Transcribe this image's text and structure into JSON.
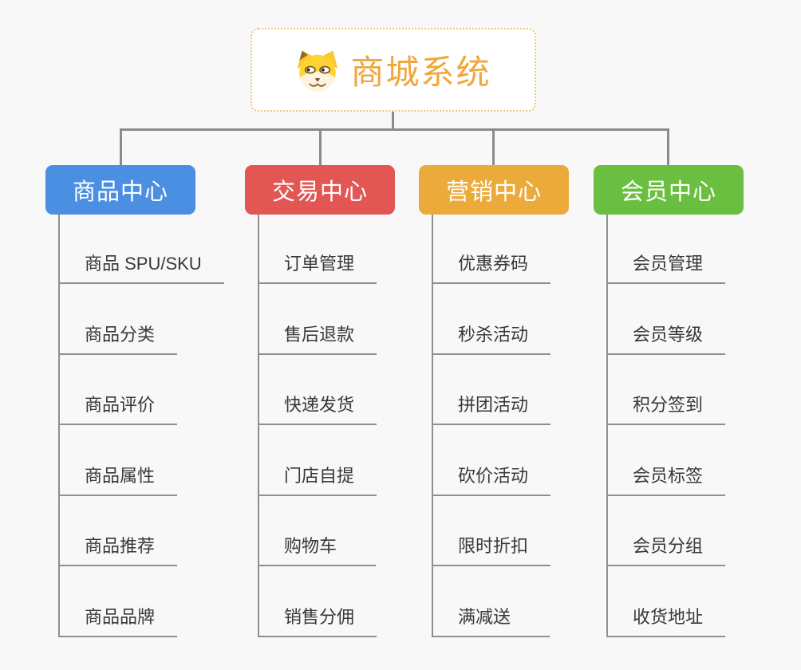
{
  "root": {
    "title": "商城系统",
    "title_color": "#f0a63c",
    "border_color": "#f3c478",
    "icon": "doge-icon"
  },
  "branches": [
    {
      "label": "商品中心",
      "color": "#4b8fe2",
      "items": [
        "商品 SPU/SKU",
        "商品分类",
        "商品评价",
        "商品属性",
        "商品推荐",
        "商品品牌"
      ]
    },
    {
      "label": "交易中心",
      "color": "#e25653",
      "items": [
        "订单管理",
        "售后退款",
        "快递发货",
        "门店自提",
        "购物车",
        "销售分佣"
      ]
    },
    {
      "label": "营销中心",
      "color": "#ecaa3b",
      "items": [
        "优惠券码",
        "秒杀活动",
        "拼团活动",
        "砍价活动",
        "限时折扣",
        "满减送"
      ]
    },
    {
      "label": "会员中心",
      "color": "#6abe40",
      "items": [
        "会员管理",
        "会员等级",
        "积分签到",
        "会员标签",
        "会员分组",
        "收货地址"
      ]
    }
  ],
  "colors": {
    "background": "#f8f8f8",
    "connector": "#8b8b8b",
    "underline": "#8f8f8f",
    "item_text": "#383838"
  }
}
